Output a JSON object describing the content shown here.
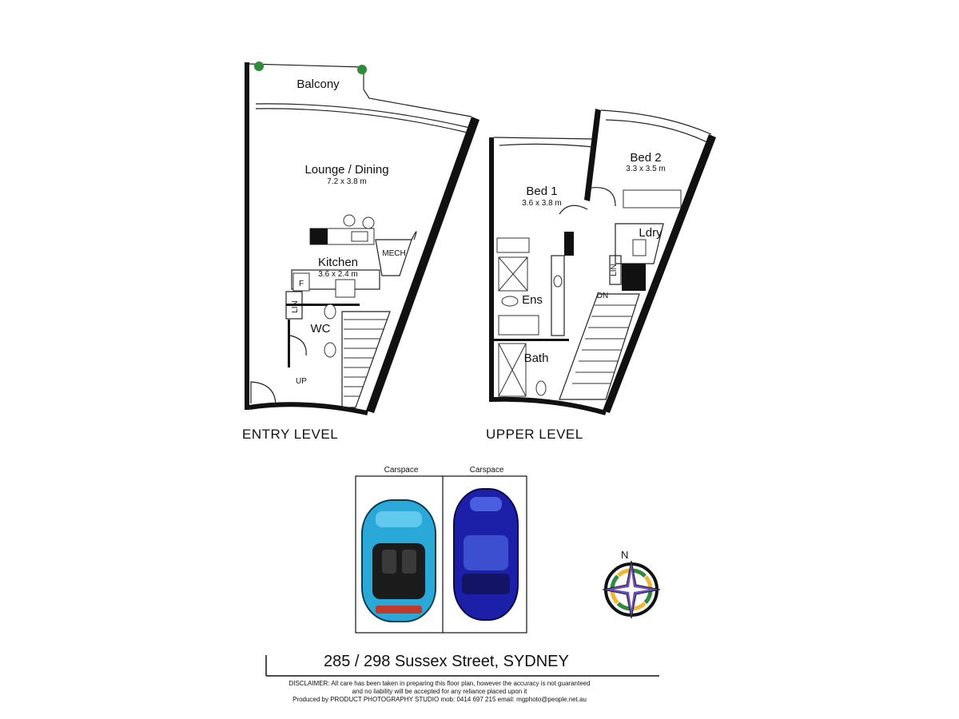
{
  "entry_level": {
    "title": "ENTRY LEVEL",
    "rooms": {
      "balcony": "Balcony",
      "lounge_dining": {
        "name": "Lounge / Dining",
        "dims": "7.2 x 3.8 m"
      },
      "kitchen": {
        "name": "Kitchen",
        "dims": "3.6 x 2.4 m"
      },
      "mech": "MECH",
      "fridge": "F",
      "linen": "LIN",
      "wc": "WC",
      "stairs": "UP"
    }
  },
  "upper_level": {
    "title": "UPPER LEVEL",
    "rooms": {
      "bed1": {
        "name": "Bed 1",
        "dims": "3.6 x 3.8 m"
      },
      "bed2": {
        "name": "Bed 2",
        "dims": "3.3 x 3.5 m"
      },
      "laundry": "Ldry",
      "linen": "LIN",
      "ensuite": "Ens",
      "bath": "Bath",
      "stairs": "DN"
    }
  },
  "carspaces": [
    {
      "label": "Carspace",
      "car_color": "#2aa8d8"
    },
    {
      "label": "Carspace",
      "car_color": "#1c1fa8"
    }
  ],
  "compass": {
    "north": "N"
  },
  "footer": {
    "address": "285 / 298 Sussex Street, SYDNEY",
    "disclaimer_line1": "DISCLAIMER: All care has been taken in preparing this floor plan, however the accuracy is not guaranteed",
    "disclaimer_line2": "and no liability will be accepted for any reliance placed upon it",
    "credit": "Produced by PRODUCT PHOTOGRAPHY STUDIO mob: 0414 697 215  email: mgphoto@people.net.au"
  },
  "colors": {
    "wall": "#111111",
    "plant": "#2e8b3a",
    "car1": "#2aa8d8",
    "car2": "#1c1fa8"
  }
}
